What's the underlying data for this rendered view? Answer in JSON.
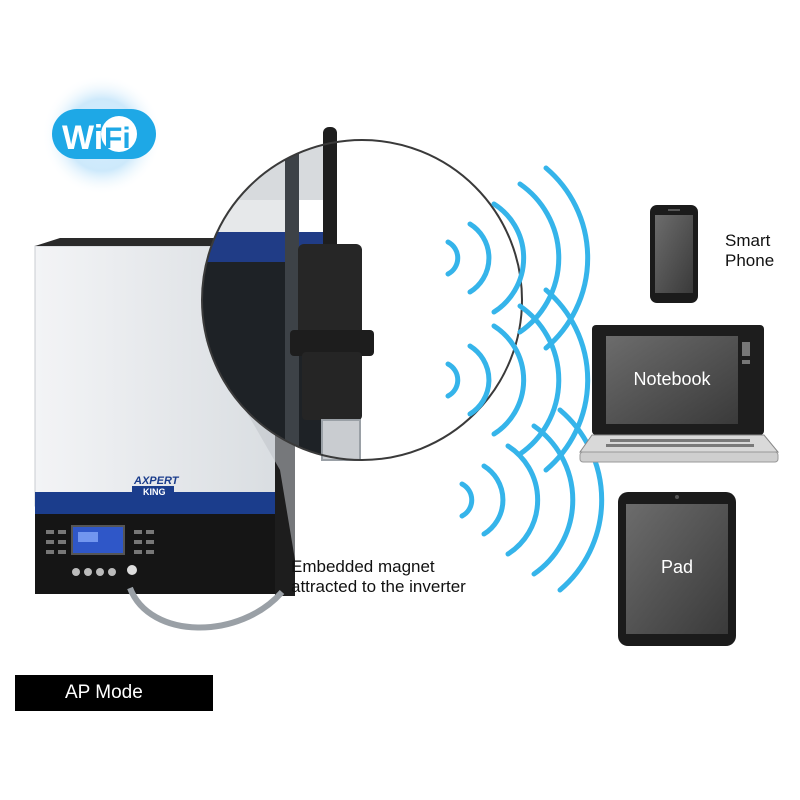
{
  "wifi_badge": {
    "wi": "Wi",
    "fi": "Fi",
    "icon": "wifi-logo-icon"
  },
  "inverter": {
    "brand_top": "AXPERT",
    "brand_bottom": "KING"
  },
  "devices": {
    "phone": {
      "line1": "Smart",
      "line2": "Phone"
    },
    "notebook": "Notebook",
    "pad": "Pad"
  },
  "magnet_note": {
    "line1": "Embedded magnet",
    "line2": "attracted to the inverter"
  },
  "mode_label": "AP Mode",
  "colors": {
    "wifi_blue": "#1ea8e6",
    "signal_blue": "#35b4ea",
    "inverter_blue": "#1b3d8c",
    "inverter_panel": "#eef0f2",
    "dark": "#1b1b1b"
  }
}
